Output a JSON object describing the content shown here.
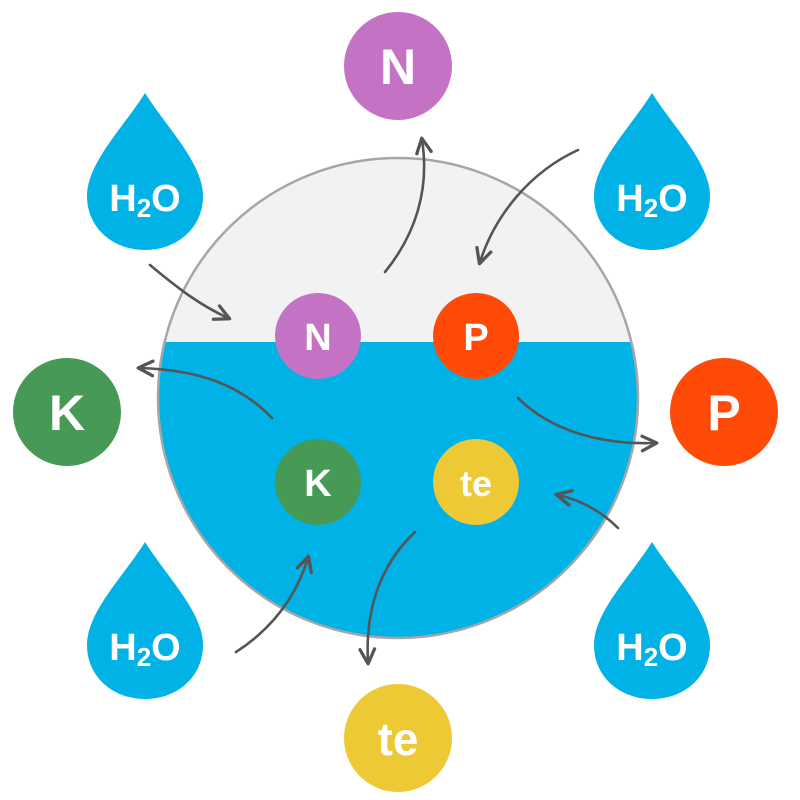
{
  "colors": {
    "water": "#00b2e6",
    "vessel_top": "#f2f2f2",
    "vessel_outline": "#a6a6a6",
    "arrow": "#555555",
    "nitrogen": "#c473c4",
    "phosphorus": "#ff4b07",
    "potassium": "#469a55",
    "te": "#edca35",
    "label_text": "#ffffff"
  },
  "inner_nutrients": [
    {
      "id": "n",
      "label": "N",
      "color_key": "nitrogen"
    },
    {
      "id": "p",
      "label": "P",
      "color_key": "phosphorus"
    },
    {
      "id": "k",
      "label": "K",
      "color_key": "potassium"
    },
    {
      "id": "te",
      "label": "te",
      "color_key": "te"
    }
  ],
  "outer_nutrients": [
    {
      "id": "n",
      "label": "N",
      "color_key": "nitrogen"
    },
    {
      "id": "p",
      "label": "P",
      "color_key": "phosphorus"
    },
    {
      "id": "k",
      "label": "K",
      "color_key": "potassium"
    },
    {
      "id": "te",
      "label": "te",
      "color_key": "te"
    }
  ],
  "water_drops": [
    {
      "id": "top-left",
      "label_main": "H",
      "label_sub": "2",
      "label_end": "O"
    },
    {
      "id": "top-right",
      "label_main": "H",
      "label_sub": "2",
      "label_end": "O"
    },
    {
      "id": "bottom-left",
      "label_main": "H",
      "label_sub": "2",
      "label_end": "O"
    },
    {
      "id": "bottom-right",
      "label_main": "H",
      "label_sub": "2",
      "label_end": "O"
    }
  ]
}
